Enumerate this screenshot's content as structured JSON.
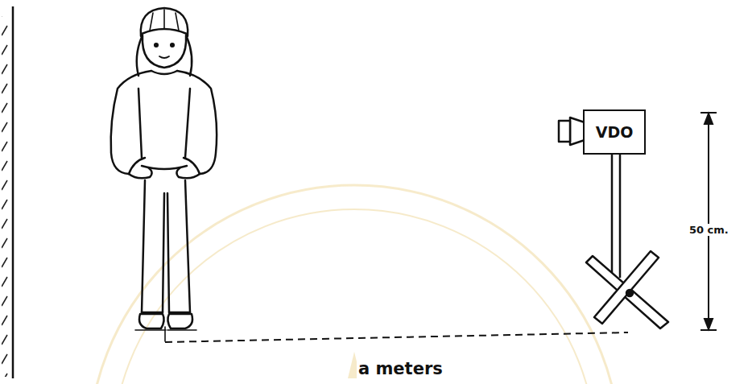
{
  "diagram": {
    "nodes": [
      {
        "text": [
          "VDO"
        ]
      }
    ],
    "labels": [
      "50 cm.",
      "a meters"
    ]
  }
}
